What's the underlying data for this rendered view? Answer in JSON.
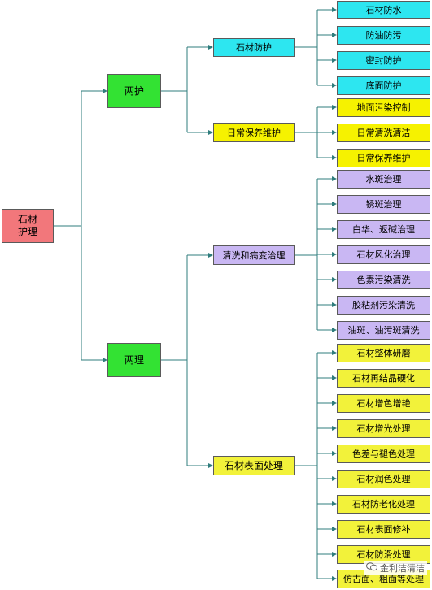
{
  "root": {
    "line1": "石材",
    "line2": "护理"
  },
  "level1": [
    {
      "label": "两护"
    },
    {
      "label": "两理"
    }
  ],
  "level2": [
    {
      "label": "石材防护"
    },
    {
      "label": "日常保养维护"
    },
    {
      "label": "清洗和病变治理"
    },
    {
      "label": "石材表面处理"
    }
  ],
  "leaves": [
    {
      "label": "石材防水"
    },
    {
      "label": "防油防污"
    },
    {
      "label": "密封防护"
    },
    {
      "label": "底面防护"
    },
    {
      "label": "地面污染控制"
    },
    {
      "label": "日常清洗清洁"
    },
    {
      "label": "日常保养维护"
    },
    {
      "label": "水斑治理"
    },
    {
      "label": "锈斑治理"
    },
    {
      "label": "白华、返碱治理"
    },
    {
      "label": "石材风化治理"
    },
    {
      "label": "色素污染清洗"
    },
    {
      "label": "胶粘剂污染清洗"
    },
    {
      "label": "油斑、油污斑清洗"
    },
    {
      "label": "石材整体研磨"
    },
    {
      "label": "石材再结晶硬化"
    },
    {
      "label": "石材增色增艳"
    },
    {
      "label": "石材增光处理"
    },
    {
      "label": "色差与褪色处理"
    },
    {
      "label": "石材润色处理"
    },
    {
      "label": "石材防老化处理"
    },
    {
      "label": "石材表面修补"
    },
    {
      "label": "石材防滑处理"
    },
    {
      "label": "仿古面、粗面等处理"
    }
  ],
  "watermark": {
    "text": "金利洁清洁"
  },
  "colors": {
    "root": "#f2777b",
    "level1": "#33e233",
    "protection": "#2de6f0",
    "maintenance": "#f6f200",
    "cleaning": "#c9b7f3",
    "surface": "#f2f23a",
    "connector": "#2f7d7d"
  }
}
